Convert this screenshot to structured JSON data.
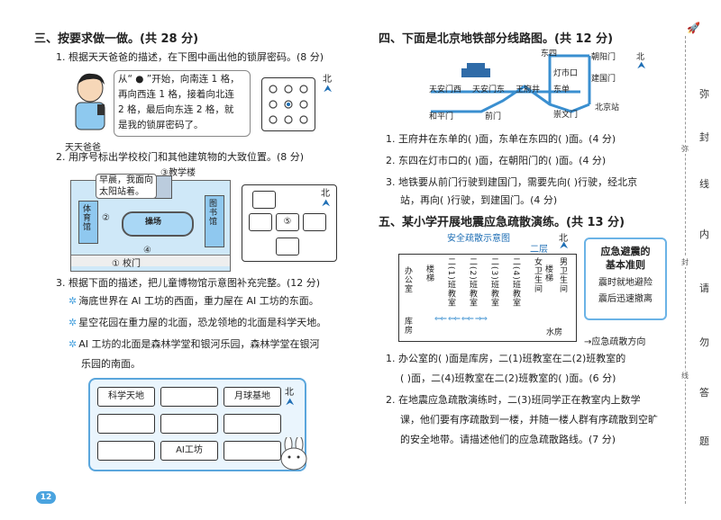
{
  "section3": {
    "title": "三、按要求做一做。(共 28 分)",
    "q1": {
      "text": "1. 根据天天爸爸的描述，在下图中画出他的锁屏密码。(8 分)",
      "speech": [
        "从“ ● ”开始，向南连 1 格，",
        "再向西连 1 格，接着向北连",
        "2 格，最后向东连 2 格，就",
        "是我的锁屏密码了。"
      ],
      "person_label": "天天爸爸",
      "north": "北"
    },
    "q2": {
      "text": "2. 用序号标出学校校门和其他建筑物的大致位置。(8 分)",
      "bubble": [
        "早晨，我面向",
        "太阳站着。"
      ],
      "building_labels": {
        "left_hall": "体育馆",
        "right_hall": "图书馆",
        "teach": "③教学楼",
        "play": "操场",
        "gate": "校门",
        "n2": "②",
        "n4": "④",
        "n1": "①"
      },
      "blank_center": "⑤",
      "north": "北"
    },
    "q3": {
      "text": "3. 根据下面的描述，把儿童博物馆示意图补充完整。(12 分)",
      "clues": [
        "海底世界在 AI 工坊的西面，重力屋在 AI 工坊的东面。",
        "星空花园在重力屋的北面，恐龙领地的北面是科学天地。",
        "AI 工坊的北面是森林学堂和银河乐园，森林学堂在银河",
        "乐园的南面。"
      ],
      "boxes": {
        "top_left": "科学天地",
        "top_right": "月球基地",
        "bottom_mid": "AI工坊"
      },
      "north": "北"
    }
  },
  "section4": {
    "title": "四、下面是北京地铁部分线路图。(共 12 分)",
    "stations": {
      "dongsi": "东四",
      "chaoyangmen": "朝阳门",
      "dengshikou": "灯市口",
      "jianguomen": "建国门",
      "tiananmen_w": "天安门西",
      "tiananmen_e": "天安门东",
      "wangfujing": "王府井",
      "dongdan": "东单",
      "hepingmen": "和平门",
      "qianmen": "前门",
      "chongwenmen": "崇文门",
      "beijingzhan": "北京站"
    },
    "north": "北",
    "q1": "1. 王府井在东单的(      )面，东单在东四的(      )面。(4 分)",
    "q2": "2. 东四在灯市口的(      )面，在朝阳门的(      )面。(4 分)",
    "q3a": "3. 地铁要从前门行驶到建国门，需要先向(      )行驶，经北京",
    "q3b": "站，再向(      )行驶，到建国门。(4 分)"
  },
  "section5": {
    "title": "五、某小学开展地震应急疏散演练。(共 13 分)",
    "map_title": "安全疏散示意图",
    "floor": "二层",
    "north": "北",
    "rooms": {
      "office": "办公室",
      "stairs_l": "楼梯",
      "c1": "二(1)班教室",
      "c2": "二(2)班教室",
      "c3": "二(3)班教室",
      "c4": "二(4)班教室",
      "girls": "女卫生间",
      "stairs_r": "楼梯",
      "boys": "男卫生间",
      "storage": "库房",
      "water": "水房"
    },
    "rule_title": [
      "应急避震的",
      "基本准则"
    ],
    "rule_lines": [
      "震时就地避险",
      "震后迅速撤离"
    ],
    "legend": "→应急疏散方向",
    "q1a": "1. 办公室的(      )面是库房，二(1)班教室在二(2)班教室的",
    "q1b": "(      )面，二(4)班教室在二(2)班教室的(      )面。(6 分)",
    "q2a": "2. 在地震应急疏散演练时，二(3)班同学正在教室内上数学",
    "q2b": "课，他们要有序疏散到一楼，并随一楼人群有序疏散到空旷",
    "q2c": "的安全地带。请描述他们的应急疏散路线。(7 分)"
  },
  "side": {
    "chars": [
      "弥",
      "封",
      "线",
      "内",
      "请",
      "勿",
      "答",
      "题"
    ],
    "small": [
      "弥",
      "封",
      "线"
    ]
  },
  "page_number": "12"
}
